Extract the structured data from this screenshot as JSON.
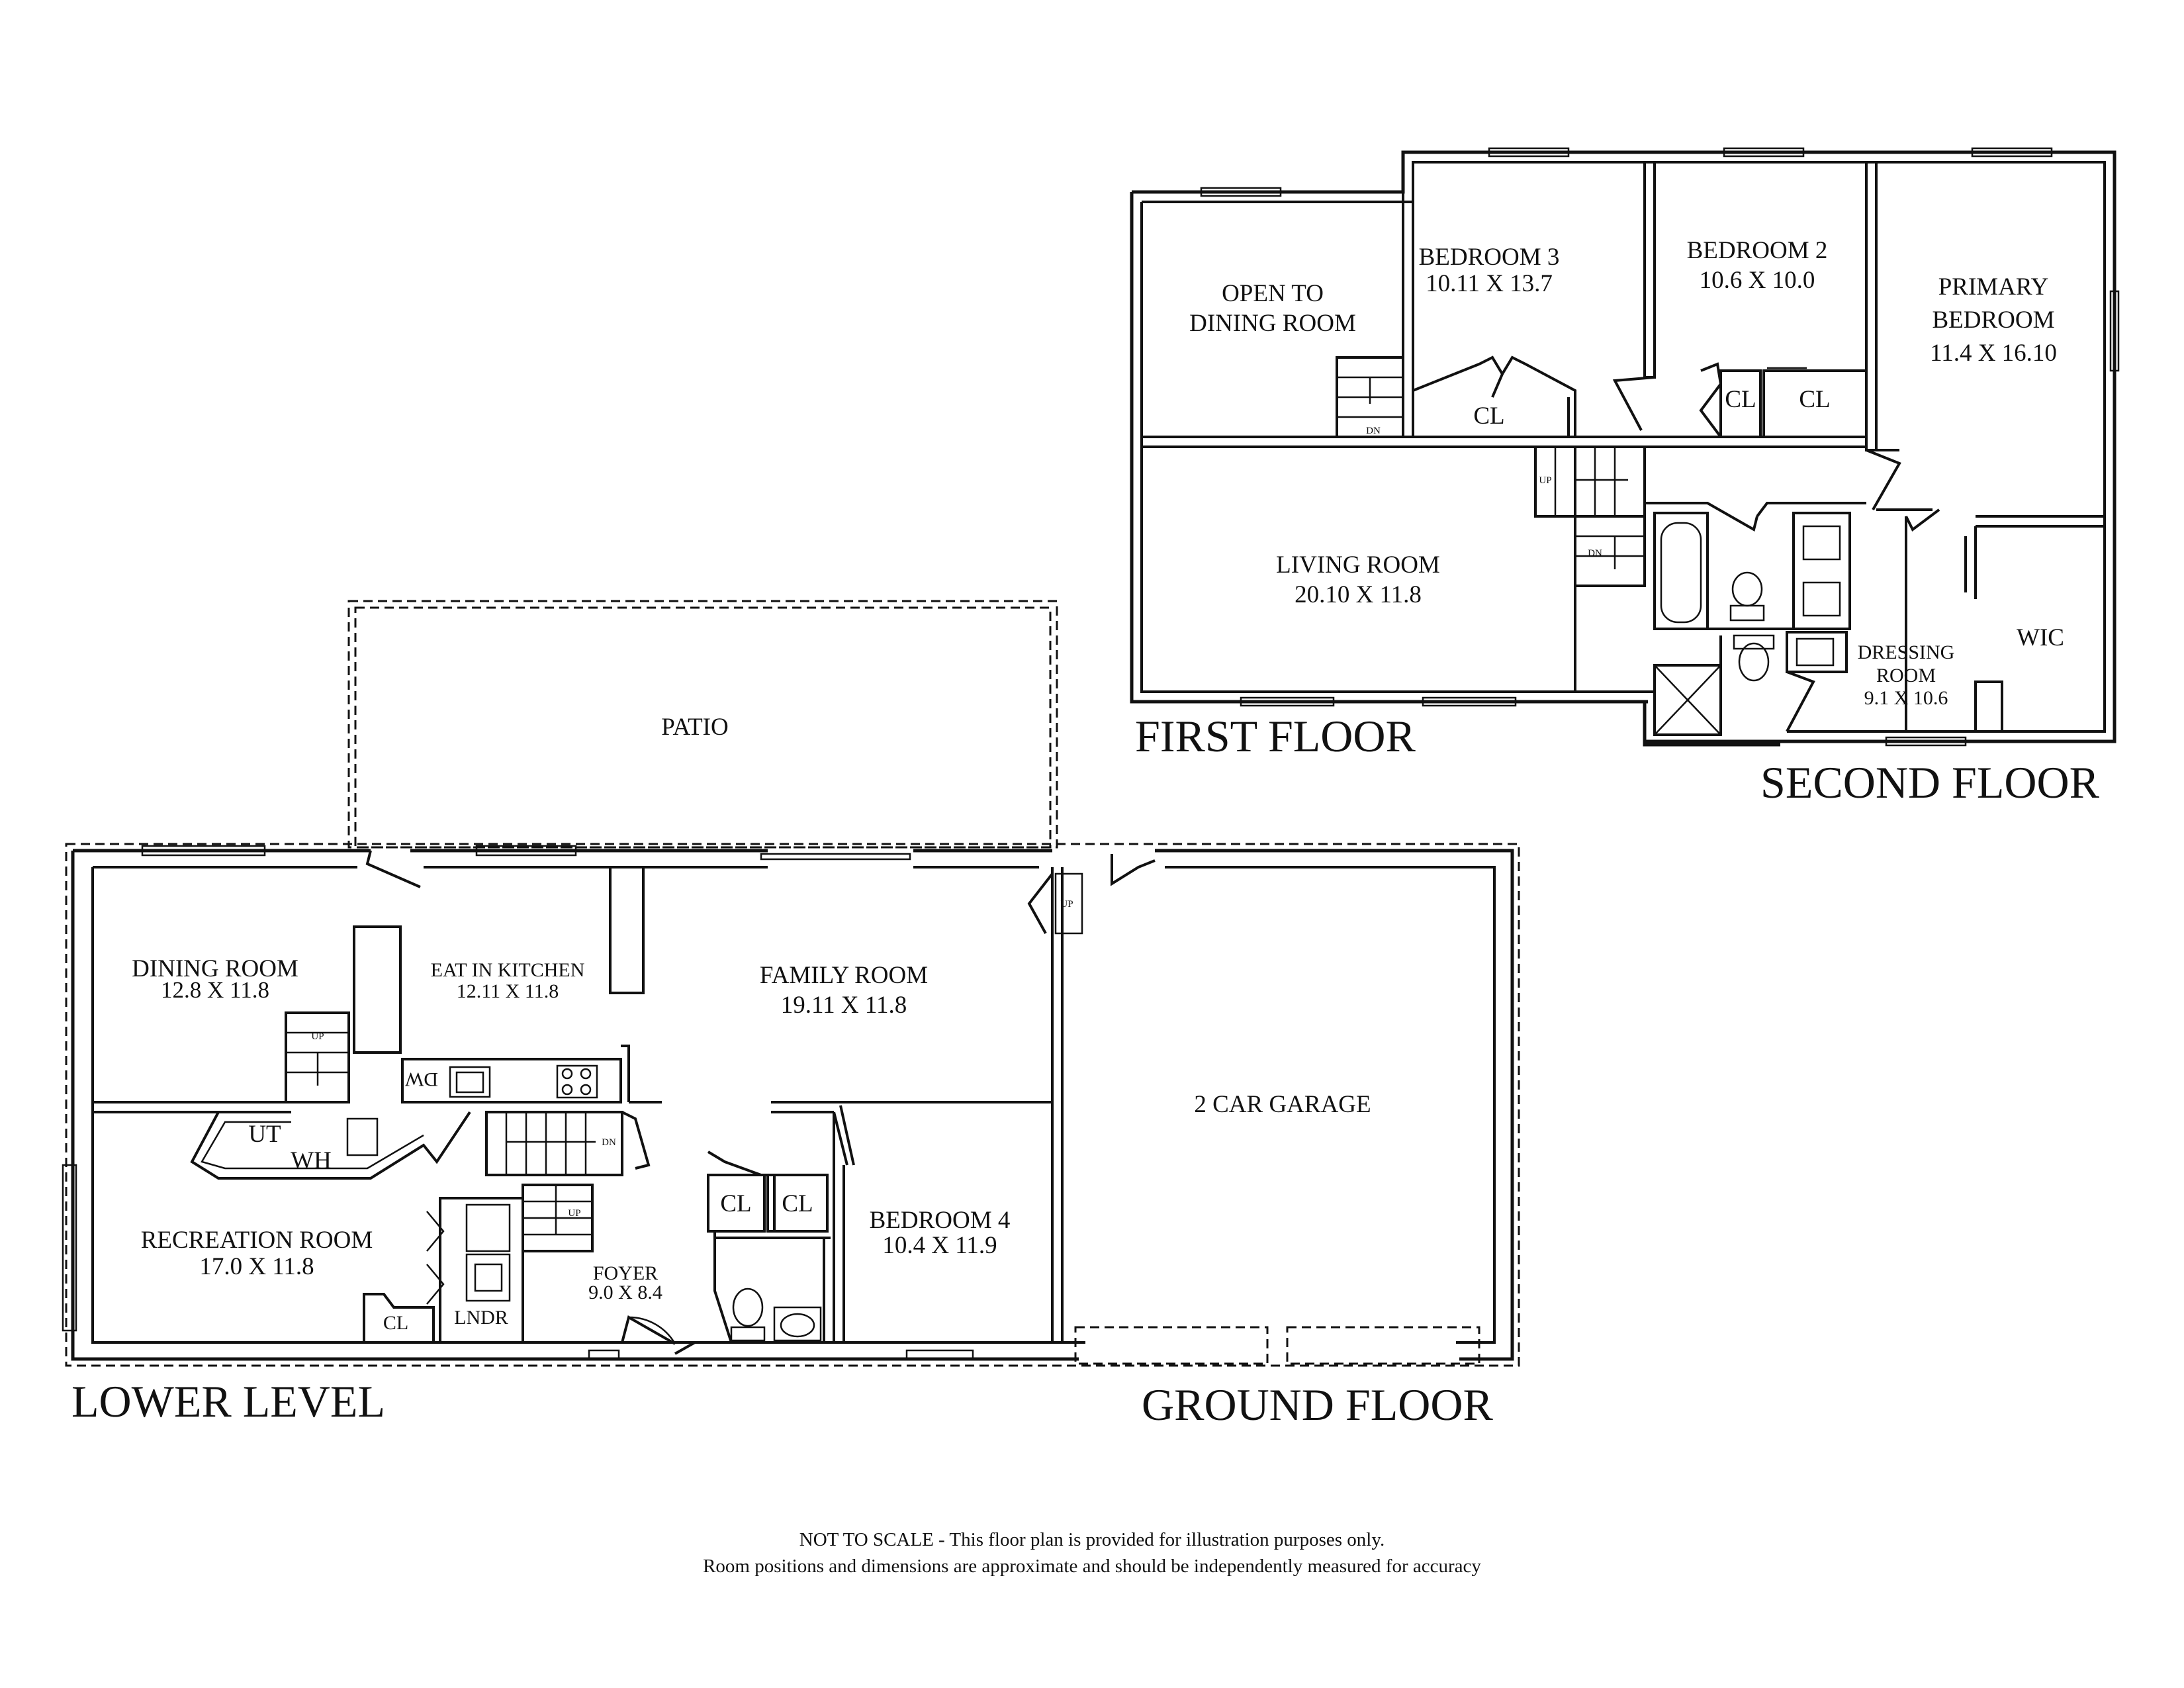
{
  "floors": {
    "lower_level": "LOWER LEVEL",
    "ground_floor": "GROUND FLOOR",
    "first_floor": "FIRST FLOOR",
    "second_floor": "SECOND FLOOR"
  },
  "rooms": {
    "patio": "PATIO",
    "dining_room": {
      "name": "DINING ROOM",
      "dim": "12.8 X 11.8"
    },
    "eat_in_kitchen": {
      "name": "EAT IN KITCHEN",
      "dim": "12.11 X 11.8"
    },
    "family_room": {
      "name": "FAMILY ROOM",
      "dim": "19.11 X 11.8"
    },
    "garage": "2 CAR GARAGE",
    "recreation_room": {
      "name": "RECREATION ROOM",
      "dim": "17.0 X 11.8"
    },
    "foyer": {
      "name": "FOYER",
      "dim": "9.0 X 8.4"
    },
    "bedroom_4": {
      "name": "BEDROOM 4",
      "dim": "10.4 X 11.9"
    },
    "open_to_dining": {
      "line1": "OPEN TO",
      "line2": "DINING ROOM"
    },
    "living_room": {
      "name": "LIVING ROOM",
      "dim": "20.10 X 11.8"
    },
    "bedroom_3": {
      "name": "BEDROOM 3",
      "dim": "10.11 X 13.7"
    },
    "bedroom_2": {
      "name": "BEDROOM 2",
      "dim": "10.6 X 10.0"
    },
    "primary_bedroom": {
      "line1": "PRIMARY",
      "line2": "BEDROOM",
      "dim": "11.4 X 16.10"
    },
    "dressing_room": {
      "line1": "DRESSING",
      "line2": "ROOM",
      "dim": "9.1 X 10.6"
    },
    "wic": "WIC"
  },
  "fixtures": {
    "ut": "UT",
    "wh": "WH",
    "cl": "CL",
    "lndr": "LNDR",
    "dw": "DW",
    "up": "UP",
    "dn": "DN"
  },
  "disclaimer": {
    "line1": "NOT TO SCALE - This floor plan is provided for illustration purposes only.",
    "line2": "Room positions and dimensions are approximate and should be independently measured for accuracy"
  }
}
